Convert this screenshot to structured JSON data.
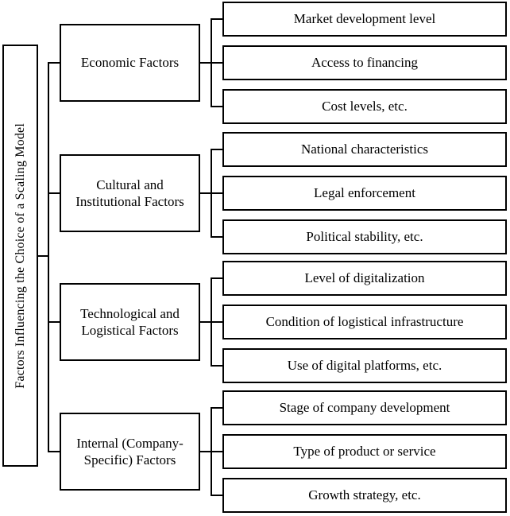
{
  "diagram": {
    "root_label": "Factors Influencing the Choice of a Scaling Model",
    "groups": [
      {
        "category": "Economic Factors",
        "items": [
          "Market development level",
          "Access to financing",
          "Cost levels, etc."
        ]
      },
      {
        "category": "Cultural and Institutional Factors",
        "items": [
          "National characteristics",
          "Legal enforcement",
          "Political stability, etc."
        ]
      },
      {
        "category": "Technological and Logistical Factors",
        "items": [
          "Level of digitalization",
          "Condition of logistical infrastructure",
          "Use of digital platforms, etc."
        ]
      },
      {
        "category": "Internal (Company-Specific) Factors",
        "items": [
          "Stage of company development",
          "Type of product or service",
          "Growth strategy, etc."
        ]
      }
    ],
    "colors": {
      "line": "#000000",
      "box_background": "#ffffff",
      "text": "#000000"
    }
  }
}
